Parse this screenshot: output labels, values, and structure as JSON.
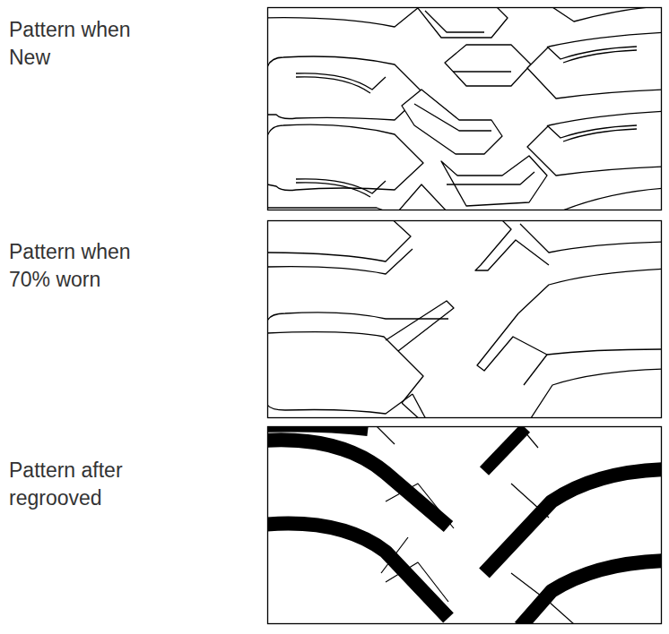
{
  "diagram": {
    "labels": [
      "Pattern when New",
      "Pattern when 70% worn",
      "Pattern after regrooved"
    ]
  }
}
